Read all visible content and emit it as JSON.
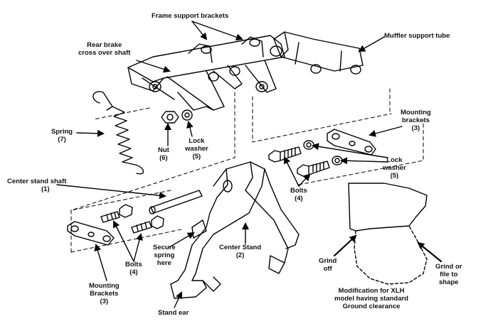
{
  "labels": {
    "frame_support_brackets": "Frame support brackets",
    "rear_brake_line1": "Rear brake",
    "rear_brake_line2": "cross over shaft",
    "muffler_support_tube": "Muffler support tube",
    "spring_line1": "Spring",
    "spring_line2": "(7)",
    "nut_line1": "Nut",
    "nut_line2": "(6)",
    "lock_washer_top_line1": "Lock",
    "lock_washer_top_line2": "washer",
    "lock_washer_top_line3": "(5)",
    "mounting_brackets_right_line1": "Mounting",
    "mounting_brackets_right_line2": "brackets",
    "mounting_brackets_right_line3": "(3)",
    "lock_washer_right_line1": "Lock",
    "lock_washer_right_line2": "washer",
    "lock_washer_right_line3": "(5)",
    "bolts_right_line1": "Bolts",
    "bolts_right_line2": "(4)",
    "center_stand_shaft_line1": "Center stand shaft",
    "center_stand_shaft_line2": "(1)",
    "secure_spring_line1": "Secure",
    "secure_spring_line2": "spring",
    "secure_spring_line3": "here",
    "center_stand_line1": "Center Stand",
    "center_stand_line2": "(2)",
    "bolts_left_line1": "Bolts",
    "bolts_left_line2": "(4)",
    "mounting_brackets_left_line1": "Mounting",
    "mounting_brackets_left_line2": "Brackets",
    "mounting_brackets_left_line3": "(3)",
    "stand_ear": "Stand ear",
    "grind_off_line1": "Grind",
    "grind_off_line2": "off",
    "grind_file_line1": "Grind or",
    "grind_file_line2": "file to",
    "grind_file_line3": "shape",
    "modification_line1": "Modification for XLH",
    "modification_line2": "model having standard",
    "modification_line3": "Ground clearance"
  }
}
